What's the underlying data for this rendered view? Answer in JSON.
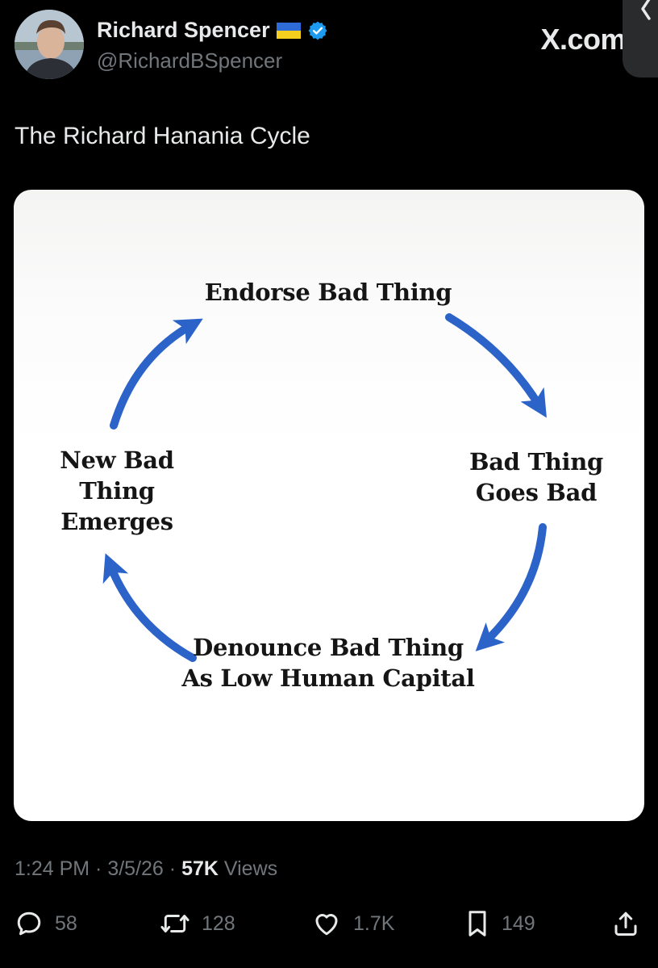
{
  "author": {
    "display_name": "Richard Spencer",
    "flag_icon": "ukraine-flag-icon",
    "verified_icon": "verified-badge-icon",
    "handle": "@RichardBSpencer"
  },
  "site_label": "X.com",
  "tweet_text": "The Richard Hanania Cycle",
  "diagram": {
    "arrow_color": "#2c63c9",
    "steps": [
      {
        "line1": "Endorse Bad Thing",
        "line2": "",
        "line3": ""
      },
      {
        "line1": "Bad Thing",
        "line2": "Goes Bad",
        "line3": ""
      },
      {
        "line1": "Denounce Bad Thing",
        "line2": "As Low Human Capital",
        "line3": ""
      },
      {
        "line1": "New Bad",
        "line2": "Thing",
        "line3": "Emerges"
      }
    ]
  },
  "meta": {
    "time": "1:24 PM",
    "sep1": " · ",
    "date": "3/5/26",
    "sep2": " · ",
    "views_count": "57K",
    "views_label": " Views"
  },
  "actions": {
    "replies": "58",
    "reposts": "128",
    "likes": "1.7K",
    "bookmarks": "149"
  }
}
